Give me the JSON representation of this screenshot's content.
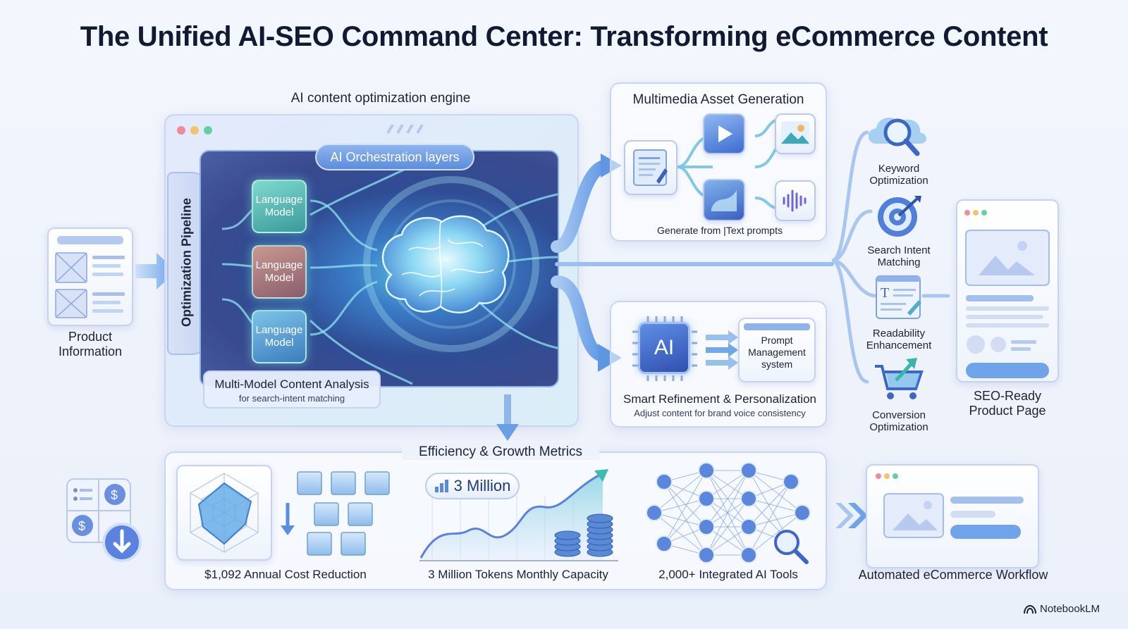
{
  "title": "The Unified AI-SEO Command Center: Transforming eCommerce Content",
  "input": {
    "label_line1": "Product",
    "label_line2": "Information"
  },
  "engine": {
    "heading": "AI content optimization engine",
    "pipeline_label": "Optimization Pipeline",
    "orchestration_label": "AI Orchestration layers",
    "models": [
      {
        "line1": "Language",
        "line2": "Model",
        "color": "#5ec6c0"
      },
      {
        "line1": "Language",
        "line2": "Model",
        "color": "#b07c7a"
      },
      {
        "line1": "Language",
        "line2": "Model",
        "color": "#5aa8d6"
      }
    ],
    "analysis_title": "Multi-Model Content Analysis",
    "analysis_sub": "for search-intent matching"
  },
  "multimedia": {
    "heading": "Multimedia Asset Generation",
    "caption": "Generate from |Text prompts"
  },
  "refinement": {
    "chip_label": "AI",
    "prompt_line1": "Prompt",
    "prompt_line2": "Management",
    "prompt_line3": "system",
    "title": "Smart Refinement & Personalization",
    "sub": "Adjust content for brand voice consistency"
  },
  "outcomes": [
    {
      "icon": "magnifier-icon",
      "line1": "Keyword",
      "line2": "Optimization"
    },
    {
      "icon": "target-icon",
      "line1": "Search Intent",
      "line2": "Matching"
    },
    {
      "icon": "document-edit-icon",
      "line1": "Readability",
      "line2": "Enhancement"
    },
    {
      "icon": "cart-icon",
      "line1": "Conversion",
      "line2": "Optimization"
    }
  ],
  "product_page": {
    "line1": "SEO-Ready",
    "line2": "Product Page"
  },
  "metrics": {
    "heading": "Efficiency & Growth Metrics",
    "cost_label": "$1,092 Annual Cost Reduction",
    "tokens_badge": "3 Million",
    "tokens_label": "3 Million Tokens Monthly Capacity",
    "tools_label": "2,000+ Integrated AI Tools"
  },
  "workflow": {
    "label": "Automated eCommerce Workflow"
  },
  "brand": {
    "name": "NotebookLM"
  },
  "colors": {
    "accent_blue": "#4a8fe0",
    "accent_teal": "#53c7c8",
    "accent_purple": "#7a6fe0",
    "engine_dark": "#24356a"
  }
}
